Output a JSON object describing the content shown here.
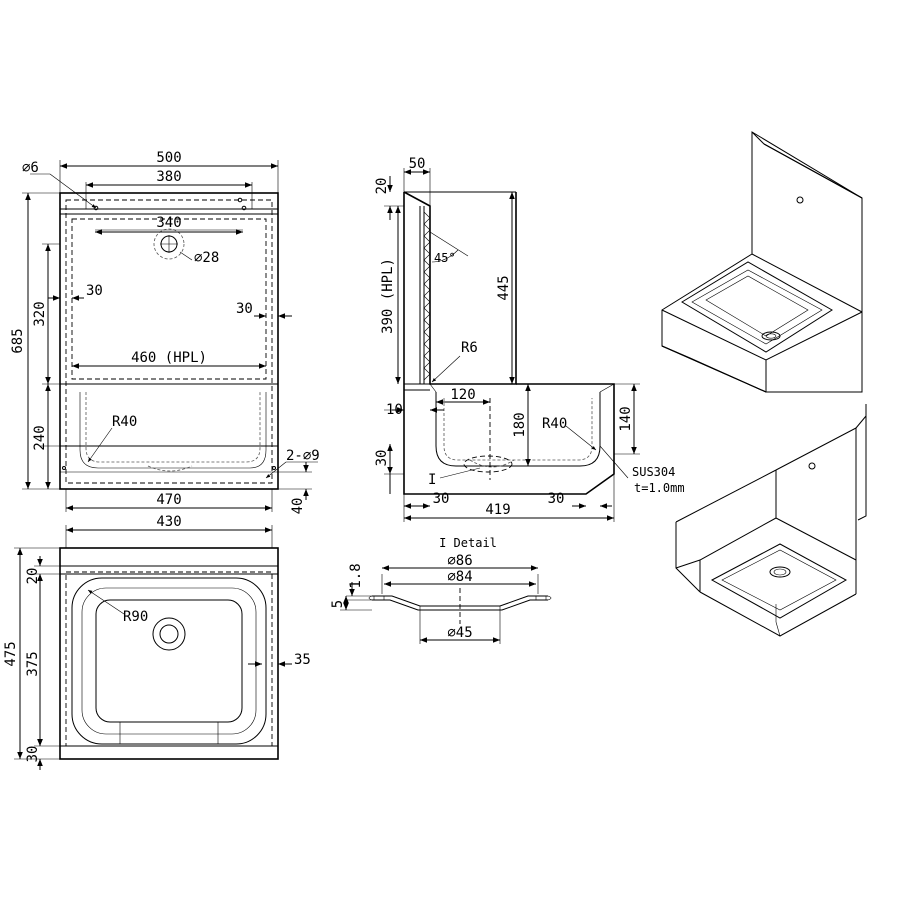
{
  "front_view": {
    "dims": {
      "d500": "500",
      "d380": "380",
      "d340": "340",
      "phi6": "⌀6",
      "phi28": "⌀28",
      "d685": "685",
      "d320": "320",
      "d30_left": "30",
      "d30_right": "30",
      "d460": "460 (HPL)",
      "r40": "R40",
      "d240": "240",
      "hole": "2-⌀9",
      "d40": "40",
      "d470": "470"
    }
  },
  "side_view": {
    "dims": {
      "d50": "50",
      "d20": "20",
      "d390": "390 (HPL)",
      "angle": "45°",
      "d445": "445",
      "r6": "R6",
      "d10": "10",
      "d120": "120",
      "d180": "180",
      "r40": "R40",
      "d140": "140",
      "d30_v": "30",
      "detail_mark": "I",
      "material": "SUS304",
      "thickness": "t=1.0mm",
      "d30_a": "30",
      "d30_b": "30",
      "d419": "419"
    }
  },
  "top_view": {
    "dims": {
      "d430": "430",
      "d475": "475",
      "d20": "20",
      "r90": "R90",
      "d375": "375",
      "d35": "35",
      "d30": "30"
    }
  },
  "detail_view": {
    "title": "I Detail",
    "dims": {
      "phi86": "⌀86",
      "phi84": "⌀84",
      "d1_8": "1.8",
      "d5": "5",
      "phi45": "⌀45"
    }
  }
}
